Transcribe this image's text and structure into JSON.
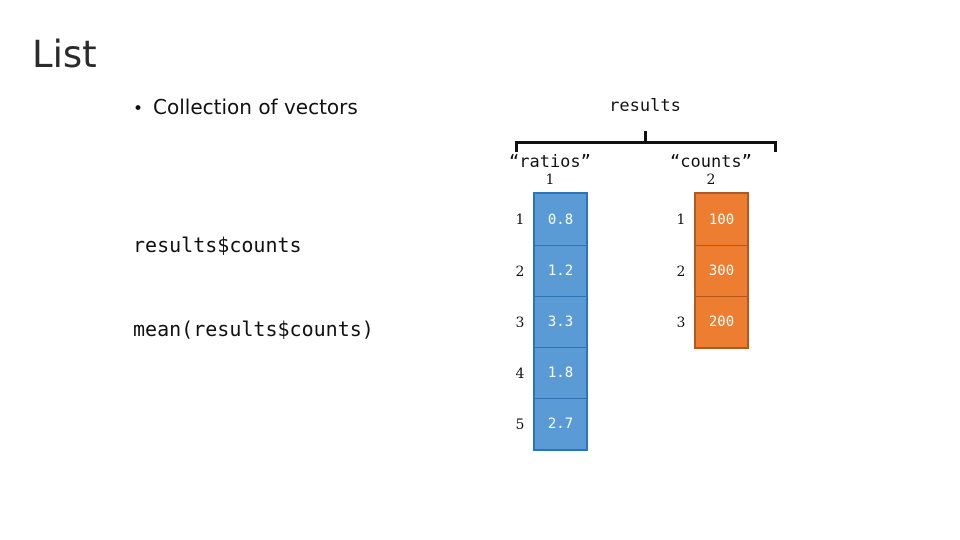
{
  "slide": {
    "title": "List",
    "bullet": {
      "marker": "•",
      "text": "Collection of vectors"
    },
    "code": [
      "results$counts",
      "mean(results$counts)"
    ]
  },
  "diagram": {
    "root_label": "results",
    "columns": [
      {
        "name": "“ratios”",
        "index": "1",
        "color": "#5b9bd5",
        "border_color": "#2e75b6",
        "rows": [
          {
            "index": "1",
            "value": "0.8"
          },
          {
            "index": "2",
            "value": "1.2"
          },
          {
            "index": "3",
            "value": "3.3"
          },
          {
            "index": "4",
            "value": "1.8"
          },
          {
            "index": "5",
            "value": "2.7"
          }
        ]
      },
      {
        "name": "“counts”",
        "index": "2",
        "color": "#ed7d31",
        "border_color": "#ae5a21",
        "rows": [
          {
            "index": "1",
            "value": "100"
          },
          {
            "index": "2",
            "value": "300"
          },
          {
            "index": "3",
            "value": "200"
          }
        ]
      }
    ]
  }
}
